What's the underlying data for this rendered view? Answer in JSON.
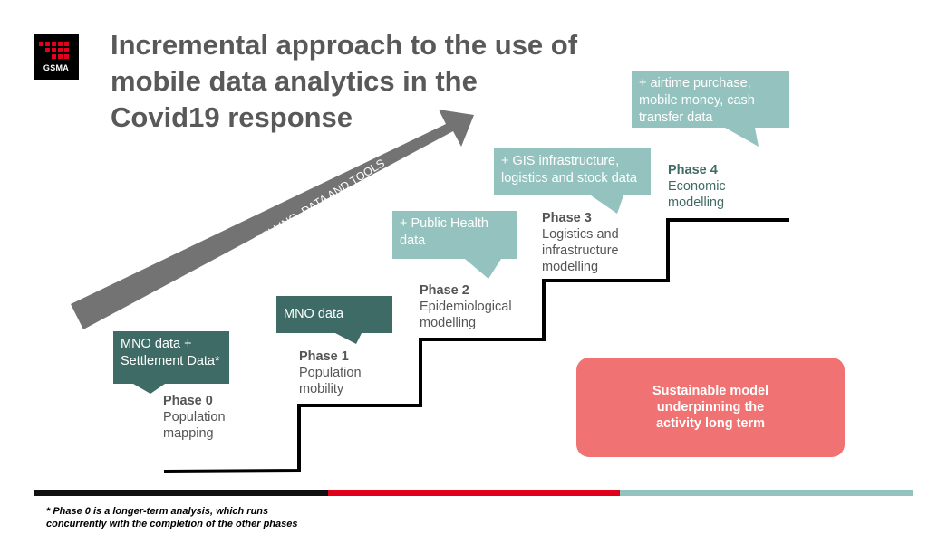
{
  "logo": {
    "text": "GSMA",
    "colors": {
      "background": "#000000",
      "dots": "#e2001a"
    }
  },
  "title": {
    "lines": [
      "Incremental approach to the use of",
      "mobile data analytics in the",
      "Covid19 response"
    ]
  },
  "arrow": {
    "label": "COMPLEXITY OF MODELLING, DATA AND TOOLS",
    "color": "#737373"
  },
  "phases": [
    {
      "title": "Phase 0",
      "lines": [
        "Population",
        "mapping"
      ]
    },
    {
      "title": "Phase 1",
      "lines": [
        "Population",
        "mobility"
      ]
    },
    {
      "title": "Phase 2",
      "lines": [
        "Epidemiological",
        "modelling"
      ]
    },
    {
      "title": "Phase 3",
      "lines": [
        "Logistics and",
        "infrastructure",
        "modelling"
      ]
    },
    {
      "title": "Phase 4",
      "lines": [
        "Economic",
        "modelling"
      ]
    }
  ],
  "callouts": [
    {
      "lines": [
        "MNO data +",
        "Settlement Data*"
      ],
      "style": "dark"
    },
    {
      "lines": [
        "MNO data"
      ],
      "style": "dark"
    },
    {
      "lines": [
        "+ Public Health",
        "data"
      ],
      "style": "light"
    },
    {
      "lines": [
        "+ GIS infrastructure,",
        "logistics and stock data"
      ],
      "style": "light"
    },
    {
      "lines": [
        "+ airtime purchase,",
        "mobile money, cash",
        "transfer data"
      ],
      "style": "light"
    }
  ],
  "sustainable": {
    "lines": [
      "Sustainable model",
      "underpinning the",
      "activity long term"
    ],
    "color": "#f07272"
  },
  "footer_bar": {
    "colors": [
      "#111111",
      "#e0001b",
      "#94c3bf"
    ]
  },
  "footnote": {
    "lines": [
      "* Phase 0 is a longer-term analysis, which runs",
      "concurrently with the completion of the other phases"
    ]
  },
  "colors": {
    "dark_teal": "#3f6b66",
    "light_teal": "#94c3bf",
    "staircase": "#000000",
    "title_grey": "#595959"
  }
}
